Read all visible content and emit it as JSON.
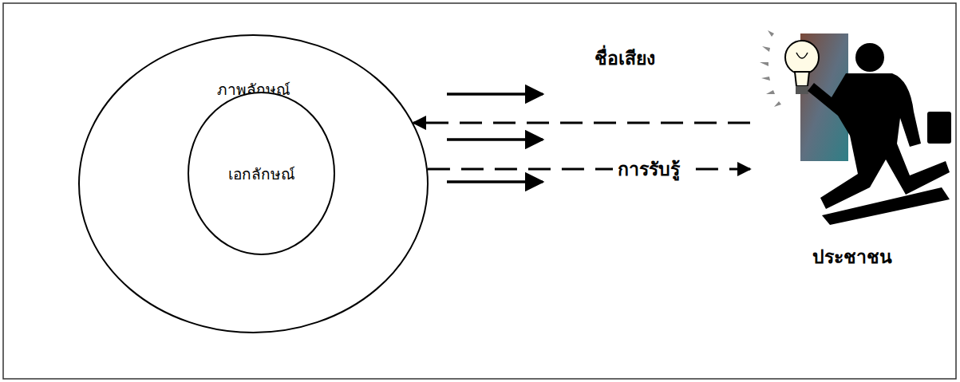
{
  "diagram": {
    "nodes": [
      {
        "text": [
          "ภาพลักษณ์"
        ]
      },
      {
        "text": [
          "เอกลักษณ์"
        ],
        "in": 0
      },
      {
        "text": [
          "ประชาชน"
        ]
      }
    ],
    "edges": [
      {
        "from": 2,
        "to": 0,
        "label": "ชื่อเสียง",
        "arrow": "to"
      },
      {
        "from": 0,
        "to": 2,
        "label": "การรับรู้",
        "arrow": "to"
      }
    ]
  }
}
